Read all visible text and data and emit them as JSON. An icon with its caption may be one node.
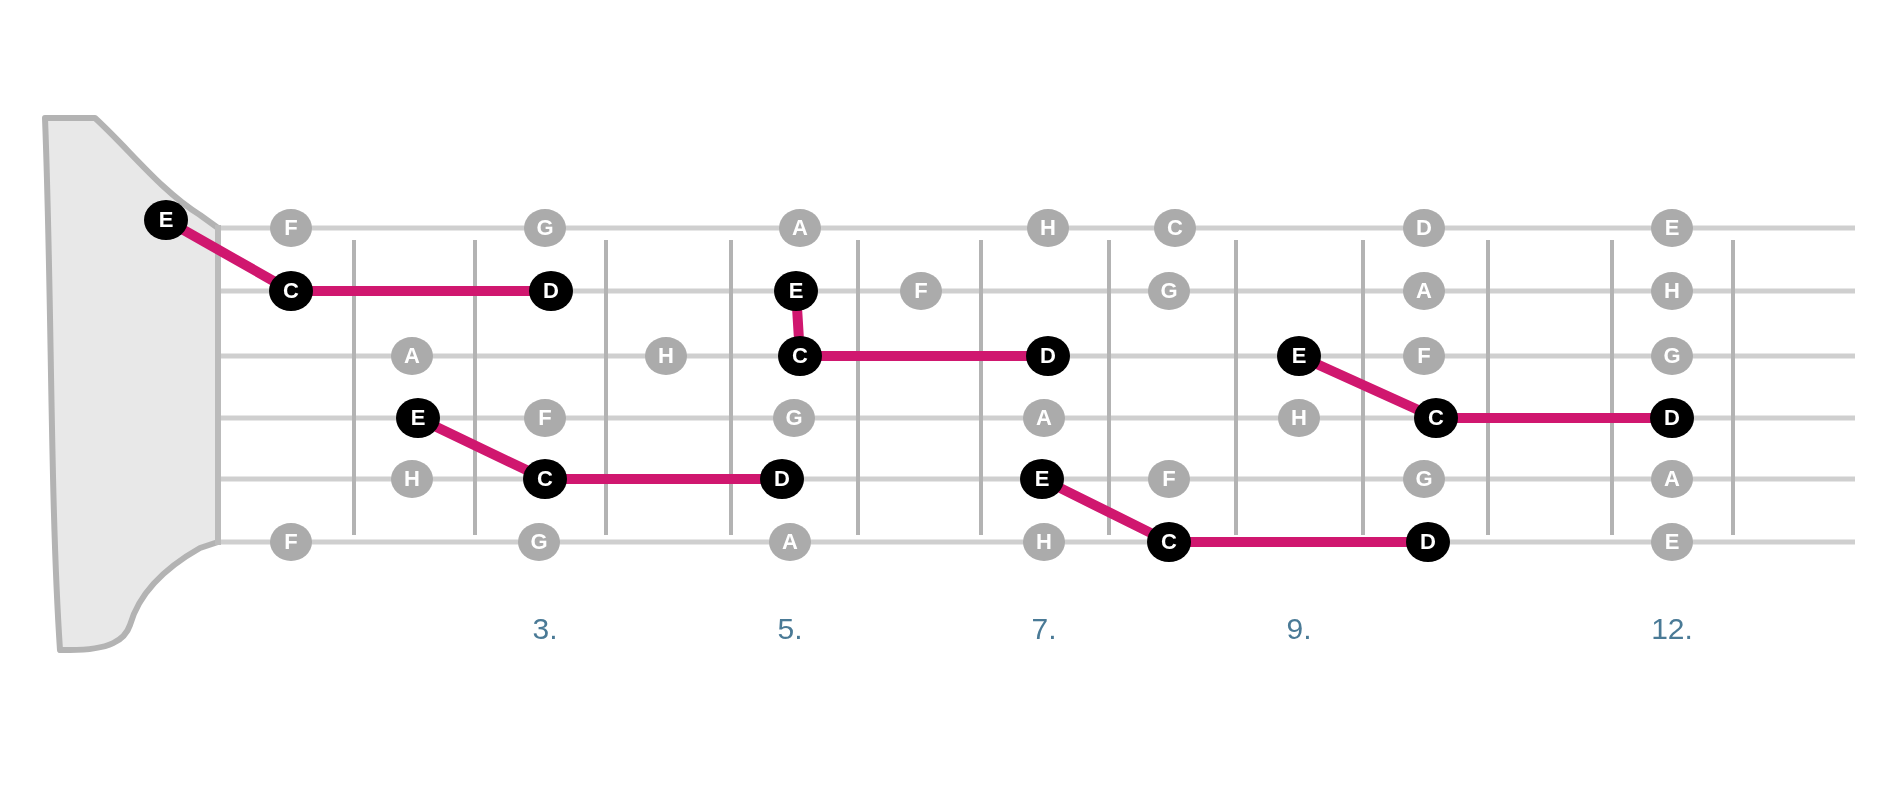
{
  "diagram": {
    "nodes": [
      {
        "text": [
          "E"
        ]
      },
      {
        "text": [
          "F"
        ]
      },
      {
        "text": [
          "G"
        ]
      },
      {
        "text": [
          "A"
        ]
      },
      {
        "text": [
          "H"
        ]
      },
      {
        "text": [
          "C"
        ]
      },
      {
        "text": [
          "D"
        ]
      },
      {
        "text": [
          "E"
        ]
      },
      {
        "text": [
          "C"
        ]
      },
      {
        "text": [
          "D"
        ]
      },
      {
        "text": [
          "E"
        ]
      },
      {
        "text": [
          "F"
        ]
      },
      {
        "text": [
          "G"
        ]
      },
      {
        "text": [
          "A"
        ]
      },
      {
        "text": [
          "H"
        ]
      },
      {
        "text": [
          "A"
        ]
      },
      {
        "text": [
          "H"
        ]
      },
      {
        "text": [
          "C"
        ]
      },
      {
        "text": [
          "D"
        ]
      },
      {
        "text": [
          "E"
        ]
      },
      {
        "text": [
          "F"
        ]
      },
      {
        "text": [
          "G"
        ]
      },
      {
        "text": [
          "E"
        ]
      },
      {
        "text": [
          "F"
        ]
      },
      {
        "text": [
          "G"
        ]
      },
      {
        "text": [
          "A"
        ]
      },
      {
        "text": [
          "H"
        ]
      },
      {
        "text": [
          "C"
        ]
      },
      {
        "text": [
          "D"
        ]
      },
      {
        "text": [
          "H"
        ]
      },
      {
        "text": [
          "C"
        ]
      },
      {
        "text": [
          "D"
        ]
      },
      {
        "text": [
          "E"
        ]
      },
      {
        "text": [
          "F"
        ]
      },
      {
        "text": [
          "G"
        ]
      },
      {
        "text": [
          "A"
        ]
      },
      {
        "text": [
          "F"
        ]
      },
      {
        "text": [
          "G"
        ]
      },
      {
        "text": [
          "A"
        ]
      },
      {
        "text": [
          "H"
        ]
      },
      {
        "text": [
          "C"
        ]
      },
      {
        "text": [
          "D"
        ]
      },
      {
        "text": [
          "E"
        ]
      }
    ],
    "edges": [
      {
        "from": 0,
        "to": 8,
        "arrow": "none"
      },
      {
        "from": 8,
        "to": 9,
        "arrow": "none"
      },
      {
        "from": 10,
        "to": 17,
        "arrow": "none"
      },
      {
        "from": 17,
        "to": 18,
        "arrow": "none"
      },
      {
        "from": 22,
        "to": 30,
        "arrow": "none"
      },
      {
        "from": 30,
        "to": 31,
        "arrow": "none"
      },
      {
        "from": 32,
        "to": 40,
        "arrow": "none"
      },
      {
        "from": 40,
        "to": 41,
        "arrow": "none"
      },
      {
        "from": 19,
        "to": 27,
        "arrow": "none"
      },
      {
        "from": 27,
        "to": 28,
        "arrow": "none"
      }
    ],
    "labels": [
      "3.",
      "5.",
      "7.",
      "9.",
      "12."
    ]
  }
}
